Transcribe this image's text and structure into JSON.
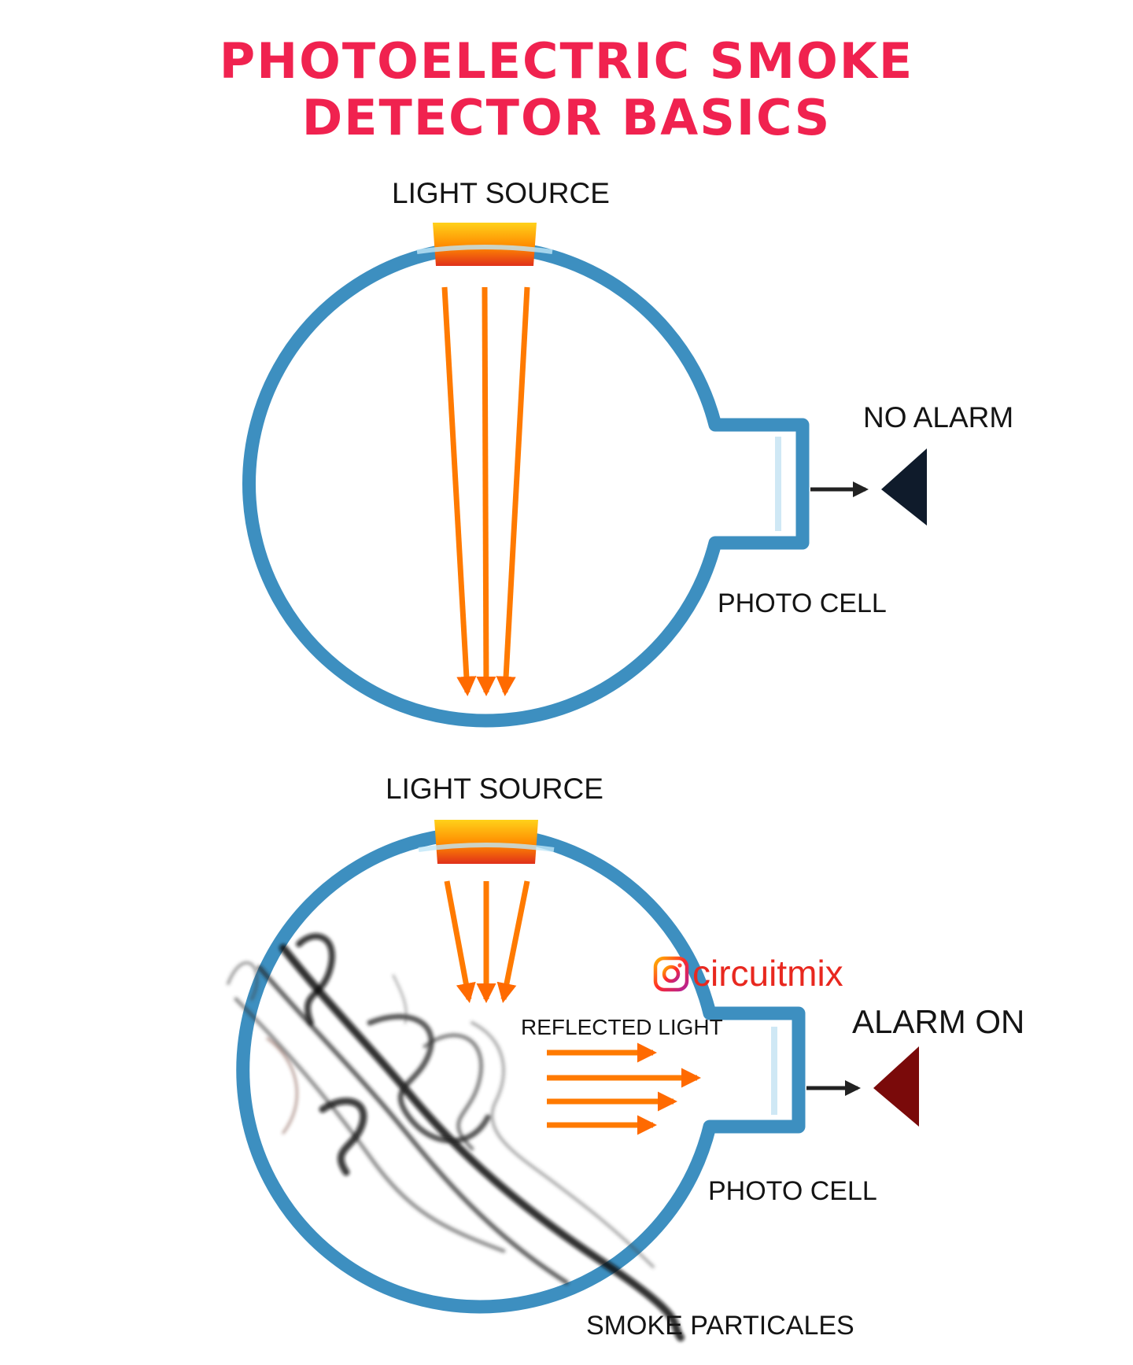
{
  "title": {
    "line1": "PHOTOELECTRIC SMOKE",
    "line2": "DETECTOR BASICS"
  },
  "diagrams": [
    {
      "light_source_label": "LIGHT SOURCE",
      "photo_cell_label": "PHOTO CELL",
      "status_label": "NO ALARM"
    },
    {
      "light_source_label": "LIGHT SOURCE",
      "photo_cell_label": "PHOTO CELL",
      "status_label": "ALARM ON",
      "reflected_label": "REFLECTED LIGHT",
      "smoke_label": "SMOKE PARTICALES"
    }
  ],
  "watermark": {
    "handle": "circuitmix",
    "icon": "instagram-icon"
  },
  "colors": {
    "title": "#f0224f",
    "chamber": "#3d8fc0",
    "light_beam": "#ff7a00",
    "alarm_off": "#0f1b2b",
    "alarm_on": "#7a0a0a"
  }
}
